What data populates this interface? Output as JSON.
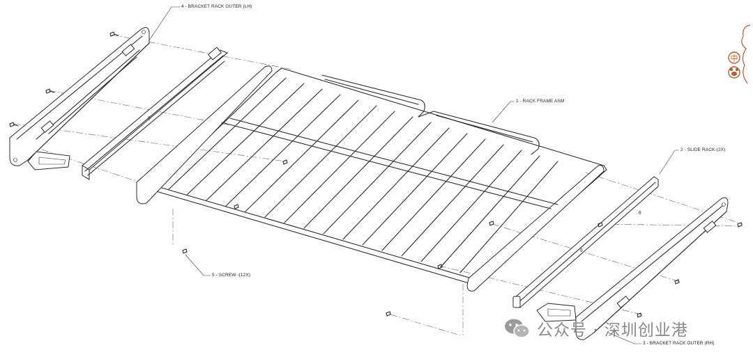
{
  "callouts": {
    "bracket_lh": "4 - BRACKET RACK OUTER (LH)",
    "rack_frame": "1 - RACK FRAME ASM",
    "slide_rack": "2 - SLIDE RACK-(2X)",
    "screw": "5 - SCREW -(12X)",
    "bracket_rh": "3 - BRACKET RACK OUTER (RH)"
  },
  "watermark": {
    "text": "公众号 · 深圳创业港",
    "icon": "wechat-icon"
  },
  "stamp": {
    "text": "中",
    "icon": "bear-seal-icon"
  },
  "colors": {
    "line": "#2a2a2a",
    "watermark": "#8a8a8a",
    "stamp": "#b0603a"
  }
}
